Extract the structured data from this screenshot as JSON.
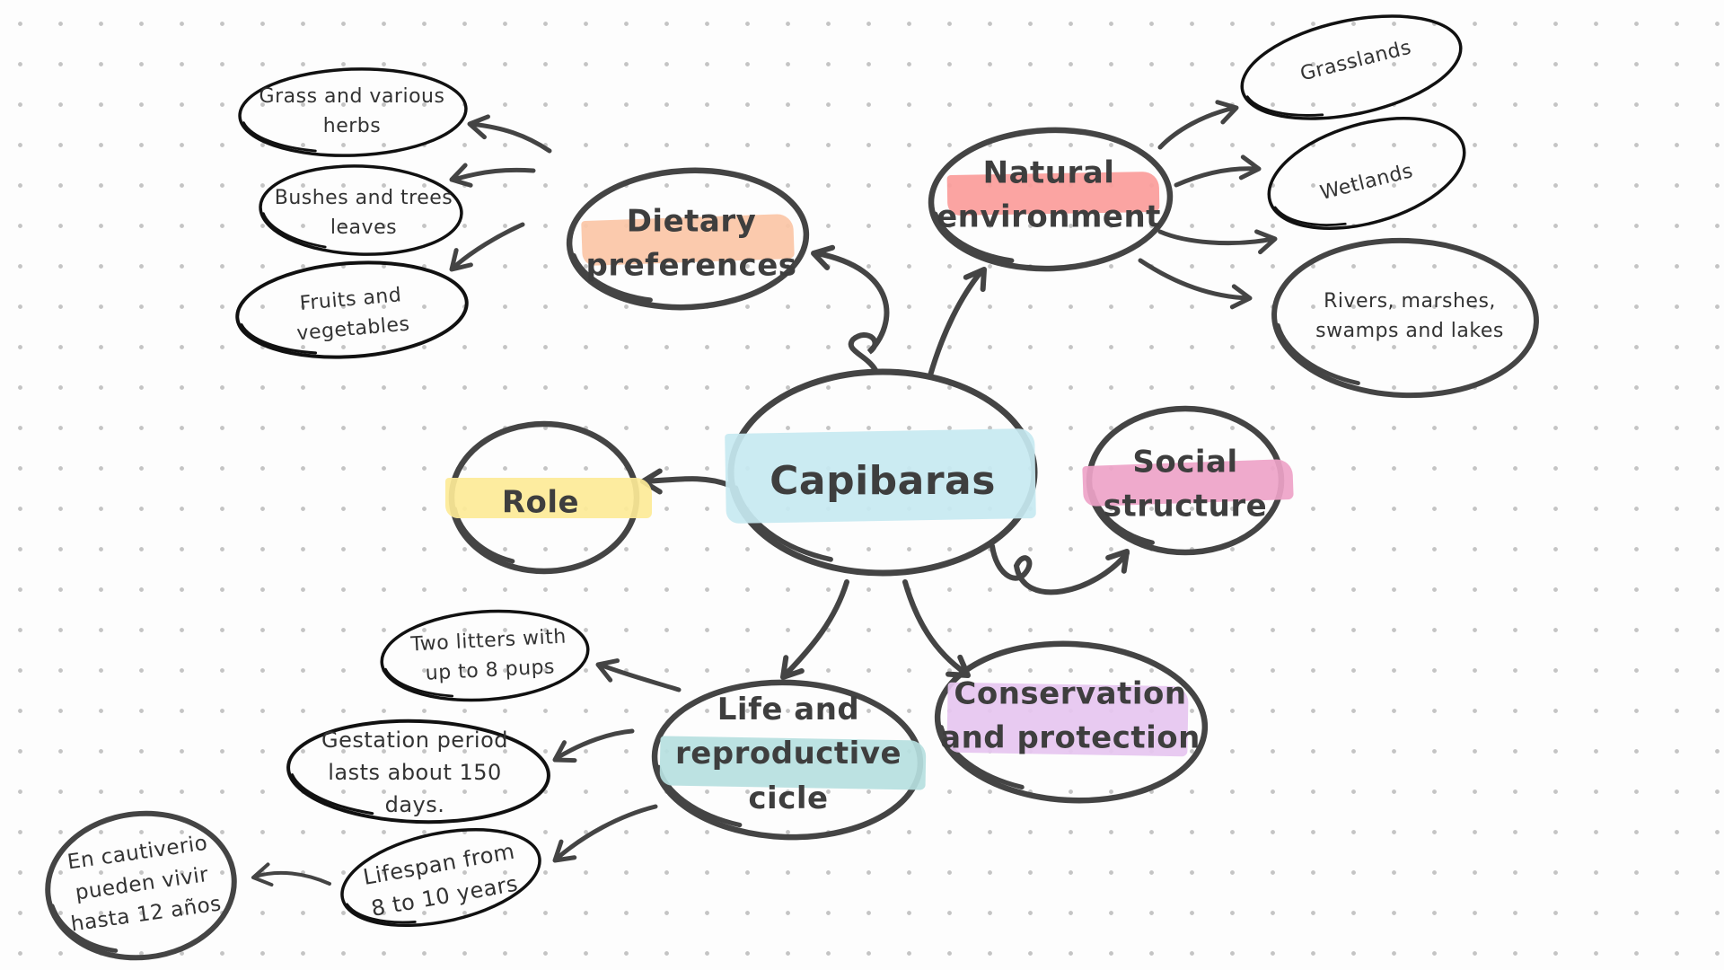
{
  "diagram": {
    "type": "mind-map",
    "center": {
      "id": "capibaras",
      "label": "Capibaras",
      "highlight": "#c7e9f1"
    },
    "branches": [
      {
        "id": "dietary",
        "lines": [
          "Dietary",
          "preferences"
        ],
        "highlight": "#fbc6a6",
        "children": [
          {
            "id": "grass",
            "lines": [
              "Grass and various",
              "herbs"
            ]
          },
          {
            "id": "bushes",
            "lines": [
              "Bushes and trees",
              "leaves"
            ]
          },
          {
            "id": "fruits",
            "lines": [
              "Fruits and",
              "vegetables"
            ]
          }
        ]
      },
      {
        "id": "natural",
        "lines": [
          "Natural",
          "environment"
        ],
        "highlight": "#fb9c9a",
        "children": [
          {
            "id": "grasslands",
            "lines": [
              "Grasslands"
            ]
          },
          {
            "id": "wetlands",
            "lines": [
              "Wetlands"
            ]
          },
          {
            "id": "rivers",
            "lines": [
              "Rivers, marshes,",
              "swamps and lakes"
            ]
          }
        ]
      },
      {
        "id": "role",
        "lines": [
          "Role"
        ],
        "highlight": "#fdea97",
        "children": []
      },
      {
        "id": "social",
        "lines": [
          "Social",
          "structure"
        ],
        "highlight": "#eea3c8",
        "children": []
      },
      {
        "id": "life",
        "lines": [
          "Life and",
          "reproductive",
          "cicle"
        ],
        "highlight": "#b6dfe0",
        "children": [
          {
            "id": "litters",
            "lines": [
              "Two litters with",
              "up to 8 pups"
            ]
          },
          {
            "id": "gestation",
            "lines": [
              "Gestation period",
              "lasts about 150",
              "days."
            ]
          },
          {
            "id": "lifespan",
            "lines": [
              "Lifespan from",
              "8 to 10 years"
            ],
            "children": [
              {
                "id": "captivity",
                "lines": [
                  "En cautiverio",
                  "pueden vivir",
                  "hasta 12 años"
                ]
              }
            ]
          }
        ]
      },
      {
        "id": "conservation",
        "lines": [
          "Conservation",
          "and protection"
        ],
        "highlight": "#e6c6f0",
        "children": []
      }
    ]
  },
  "colors": {
    "stroke_main": "#444444",
    "stroke_leaf": "#111111",
    "text": "#3e3e3e",
    "background": "#fdfdfd",
    "grid_dot": "#c4c4c4"
  }
}
